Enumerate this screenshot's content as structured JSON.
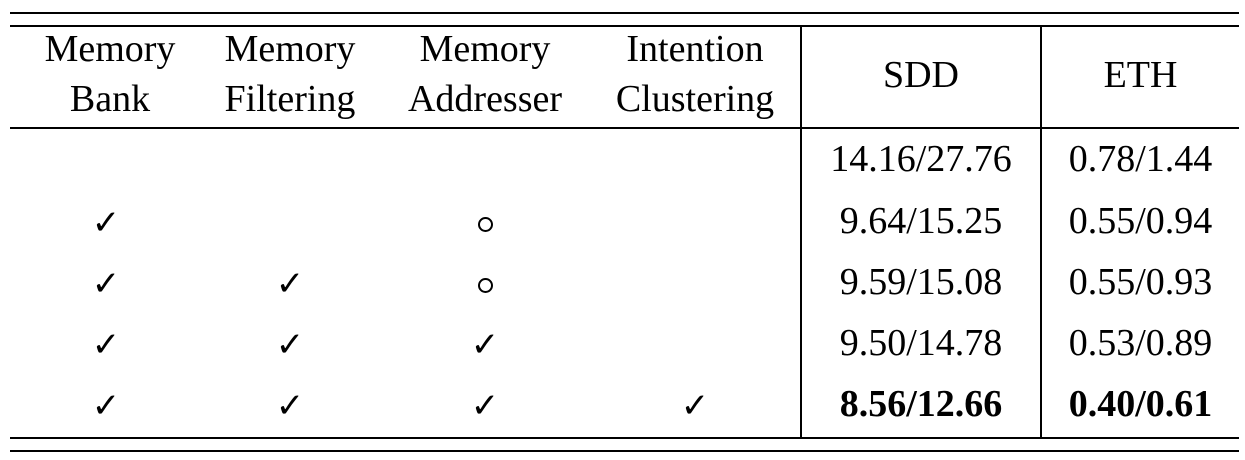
{
  "table": {
    "headers": [
      {
        "line1": "Memory",
        "line2": "Bank"
      },
      {
        "line1": "Memory",
        "line2": "Filtering"
      },
      {
        "line1": "Memory",
        "line2": "Addresser"
      },
      {
        "line1": "Intention",
        "line2": "Clustering"
      }
    ],
    "metric_headers": [
      "SDD",
      "ETH"
    ],
    "rows": [
      {
        "marks": [
          "",
          "",
          "",
          ""
        ],
        "sdd": "14.16/27.76",
        "eth": "0.78/1.44",
        "bold": false
      },
      {
        "marks": [
          "check",
          "",
          "circle",
          ""
        ],
        "sdd": "9.64/15.25",
        "eth": "0.55/0.94",
        "bold": false
      },
      {
        "marks": [
          "check",
          "check",
          "circle",
          ""
        ],
        "sdd": "9.59/15.08",
        "eth": "0.55/0.93",
        "bold": false
      },
      {
        "marks": [
          "check",
          "check",
          "check",
          ""
        ],
        "sdd": "9.50/14.78",
        "eth": "0.53/0.89",
        "bold": false
      },
      {
        "marks": [
          "check",
          "check",
          "check",
          "check"
        ],
        "sdd": "8.56/12.66",
        "eth": "0.40/0.61",
        "bold": true
      }
    ]
  }
}
